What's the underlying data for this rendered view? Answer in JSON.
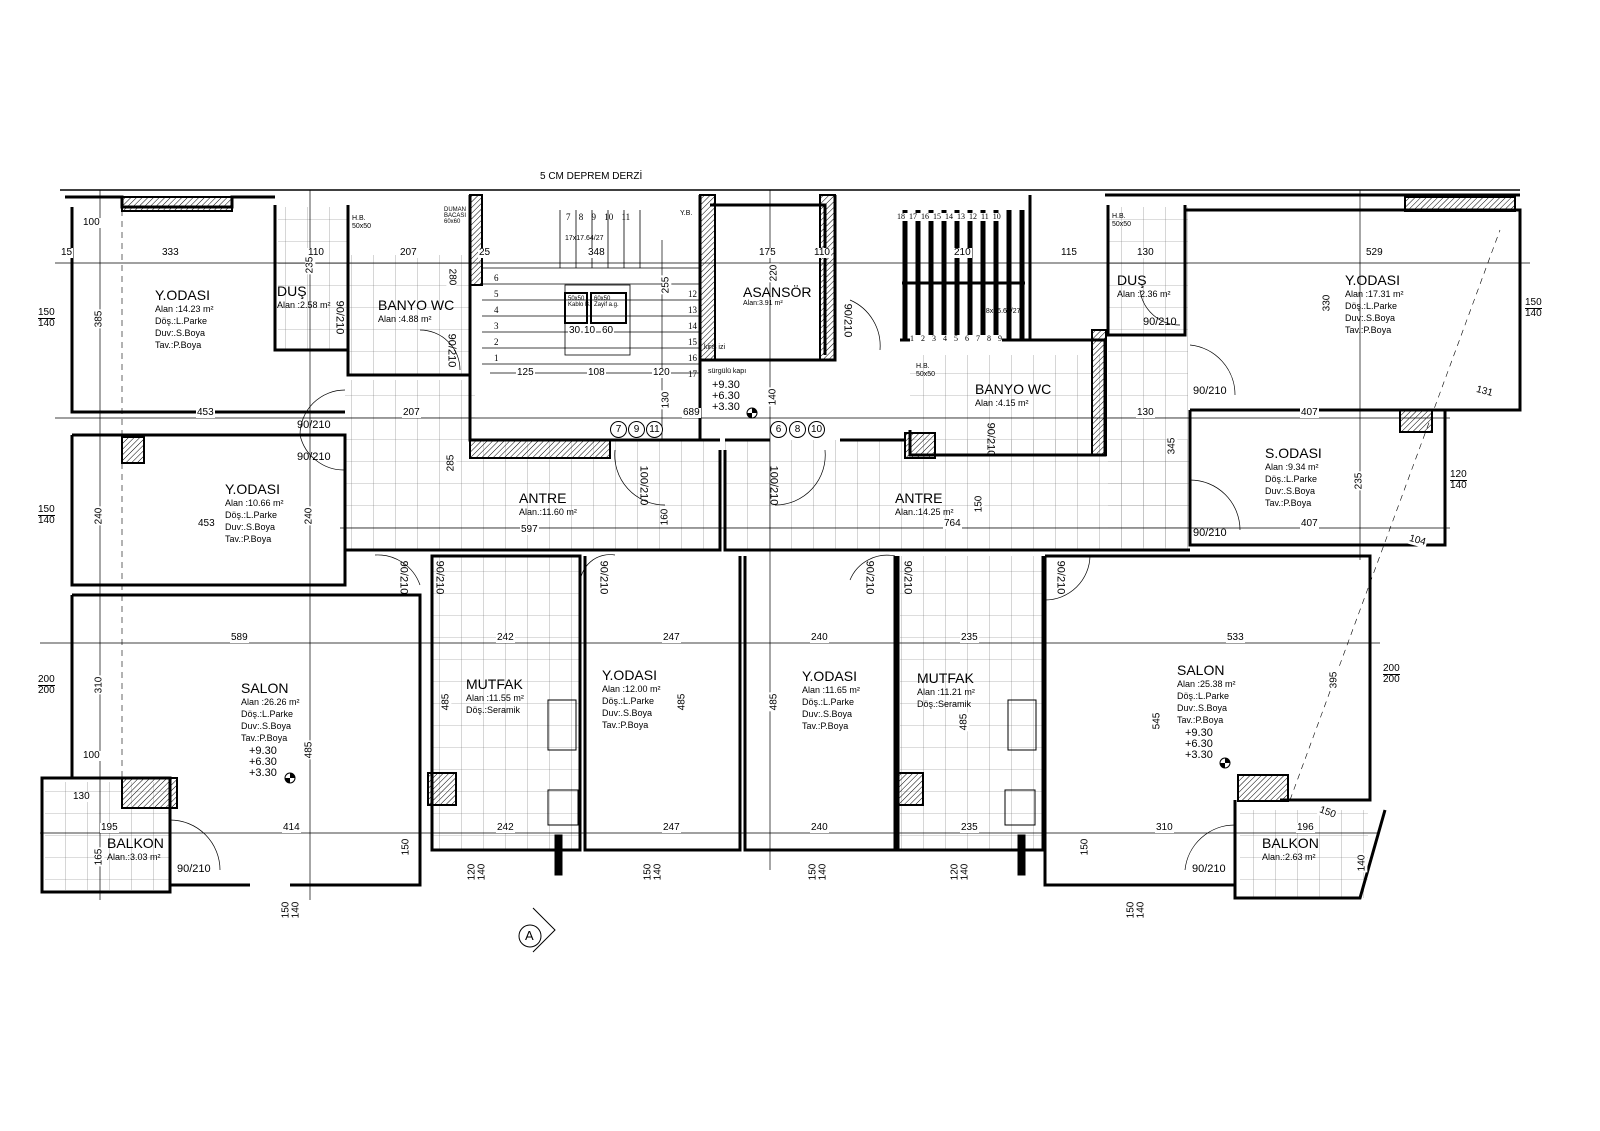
{
  "header": {
    "note": "5 CM DEPREM DERZİ"
  },
  "rooms": [
    {
      "name": "Y.ODASI",
      "area": "Alan :14.23 m²",
      "floor": "Döş.:L.Parke",
      "wall": "Duv:.S.Boya",
      "ceiling": "Tav.:P.Boya"
    },
    {
      "name": "DUŞ",
      "area": "Alan :2.58 m²"
    },
    {
      "name": "BANYO WC",
      "area": "Alan :4.88 m²"
    },
    {
      "name": "Y.ODASI",
      "area": "Alan :10.66 m²",
      "floor": "Döş.:L.Parke",
      "wall": "Duv:.S.Boya",
      "ceiling": "Tav.:P.Boya"
    },
    {
      "name": "SALON",
      "area": "Alan :26.26 m²",
      "floor": "Döş.:L.Parke",
      "wall": "Duv:.S.Boya",
      "ceiling": "Tav.:P.Boya"
    },
    {
      "name": "BALKON",
      "area": "Alan.:3.03 m²"
    },
    {
      "name": "MUTFAK",
      "area": "Alan :11.55 m²",
      "floor": "Döş.:Seramik"
    },
    {
      "name": "Y.ODASI",
      "area": "Alan :12.00 m²",
      "floor": "Döş.:L.Parke",
      "wall": "Duv:.S.Boya",
      "ceiling": "Tav.:P.Boya"
    },
    {
      "name": "ANTRE",
      "area": "Alan.:11.60 m²"
    },
    {
      "name": "ASANSÖR",
      "area": "Alan:3.91 m²"
    },
    {
      "name": "ANTRE",
      "area": "Alan.:14.25 m²"
    },
    {
      "name": "Y.ODASI",
      "area": "Alan :11.65 m²",
      "floor": "Döş.:L.Parke",
      "wall": "Duv:.S.Boya",
      "ceiling": "Tav.:P.Boya"
    },
    {
      "name": "MUTFAK",
      "area": "Alan :11.21 m²",
      "floor": "Döş.:Seramik"
    },
    {
      "name": "BANYO WC",
      "area": "Alan :4.15 m²"
    },
    {
      "name": "DUŞ",
      "area": "Alan :2.36 m²"
    },
    {
      "name": "Y.ODASI",
      "area": "Alan :17.31 m²",
      "floor": "Döş.:L.Parke",
      "wall": "Duv:.S.Boya",
      "ceiling": "Tav.:P.Boya"
    },
    {
      "name": "S.ODASI",
      "area": "Alan :9.34 m²",
      "floor": "Döş.:L.Parke",
      "wall": "Duv:.S.Boya",
      "ceiling": "Tav.:P.Boya"
    },
    {
      "name": "SALON",
      "area": "Alan :25.38 m²",
      "floor": "Döş.:L.Parke",
      "wall": "Duv:.S.Boya",
      "ceiling": "Tav.:P.Boya"
    },
    {
      "name": "BALKON",
      "area": "Alan.:2.63 m²"
    }
  ],
  "doors": {
    "standard": "90/210",
    "entrance": "100/210"
  },
  "elevations": [
    "+9.30",
    "+6.30",
    "+3.30"
  ],
  "fixtures": {
    "hb": "H.B.",
    "hb_size": "50x50",
    "duman1": "DUMAN",
    "duman2": "BACASI",
    "duman_size": "60x60",
    "kiris": "kiriş izi",
    "surgulu": "sürgülü kapı",
    "stair_left": "17x17.64/27",
    "stair_right": "18x16.66/27",
    "yb": "Y.B.",
    "shaft1": "60x50",
    "shaft1b": "Zayif a.g.",
    "shaft2": "50x50",
    "shaft2b": "Kablo B."
  },
  "axes_left": [
    "7",
    "9",
    "11"
  ],
  "axes_right": [
    "6",
    "8",
    "10"
  ],
  "section_marker": "A",
  "stair_left_steps_top": [
    "7",
    "8",
    "9",
    "10",
    "11"
  ],
  "stair_left_steps_left": [
    "6",
    "5",
    "4",
    "3",
    "2",
    "1"
  ],
  "stair_left_steps_right": [
    "12",
    "13",
    "14",
    "15",
    "16",
    "17"
  ],
  "stair_right_steps_top": [
    "18",
    "17",
    "16",
    "15",
    "14",
    "13",
    "12",
    "11",
    "10"
  ],
  "stair_right_steps_bottom": [
    "1",
    "2",
    "3",
    "4",
    "5",
    "6",
    "7",
    "8",
    "9"
  ],
  "dims": [
    "100",
    "333",
    "15",
    "110",
    "207",
    "25",
    "348",
    "175",
    "110",
    "210",
    "115",
    "130",
    "529",
    "385",
    "453",
    "207",
    "689",
    "130",
    "407",
    "240",
    "453",
    "240",
    "597",
    "764",
    "407",
    "589",
    "242",
    "247",
    "240",
    "235",
    "533",
    "310",
    "485",
    "414",
    "242",
    "247",
    "240",
    "235",
    "310",
    "545",
    "395",
    "345",
    "235",
    "330",
    "125",
    "108",
    "120",
    "285",
    "150",
    "150",
    "131",
    "104",
    "150",
    "196",
    "140",
    "130",
    "195",
    "165",
    "100",
    "220",
    "255",
    "280",
    "235",
    "130",
    "140",
    "160",
    "150",
    "485",
    "485",
    "485",
    "485",
    "485",
    "30",
    "10",
    "60"
  ],
  "windows": [
    [
      "150",
      "140"
    ],
    [
      "150",
      "140"
    ],
    [
      "200",
      "200"
    ],
    [
      "150",
      "140"
    ],
    [
      "120",
      "140"
    ],
    [
      "200",
      "200"
    ],
    [
      "150",
      "140"
    ],
    [
      "120",
      "140"
    ],
    [
      "150",
      "140"
    ],
    [
      "150",
      "140"
    ],
    [
      "120",
      "140"
    ],
    [
      "150",
      "140"
    ]
  ]
}
